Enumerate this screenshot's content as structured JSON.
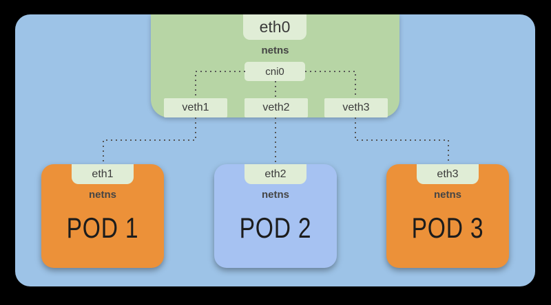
{
  "colors": {
    "canvas": "#000000",
    "host-bg": "#9dc3e7",
    "root-ns-bg": "#b7d5a5",
    "label-bg": "#e0edd6",
    "label-text": "#3a3a3a",
    "text-dark": "#454545",
    "pod-orange": "#ec9139",
    "pod-blue": "#a6c2f2",
    "pod-text": "#1c1c1c",
    "dot": "#555555"
  },
  "root_namespace": {
    "uplink_label": "eth0",
    "namespace_label": "netns",
    "bridge_label": "cni0",
    "veth_labels": [
      "veth1",
      "veth2",
      "veth3"
    ]
  },
  "pods": [
    {
      "name": "POD 1",
      "interface_label": "eth1",
      "namespace_label": "netns"
    },
    {
      "name": "POD 2",
      "interface_label": "eth2",
      "namespace_label": "netns"
    },
    {
      "name": "POD 3",
      "interface_label": "eth3",
      "namespace_label": "netns"
    }
  ]
}
